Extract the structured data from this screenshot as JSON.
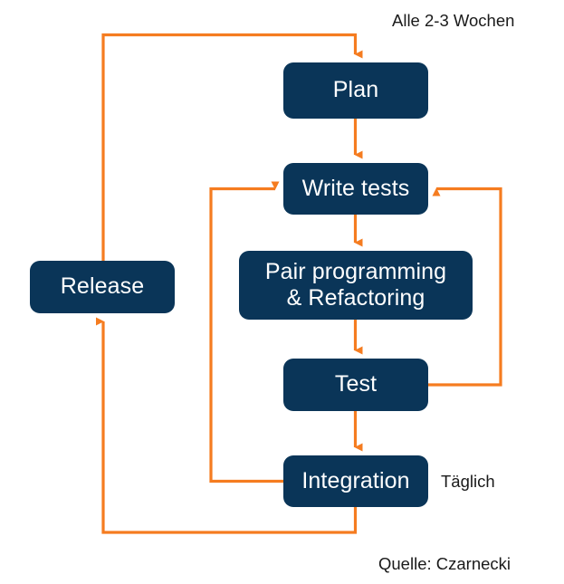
{
  "diagram": {
    "title": "Agile development cycle flowchart",
    "colors": {
      "node_fill": "#0a3558",
      "node_text": "#ffffff",
      "connector": "#F57C20",
      "caption_text": "#1a1a1a",
      "background": "#ffffff"
    },
    "nodes": [
      {
        "id": "plan",
        "label": "Plan"
      },
      {
        "id": "write-tests",
        "label": "Write tests"
      },
      {
        "id": "pair",
        "label": "Pair programming\n& Refactoring"
      },
      {
        "id": "test",
        "label": "Test"
      },
      {
        "id": "integration",
        "label": "Integration"
      },
      {
        "id": "release",
        "label": "Release"
      }
    ],
    "captions": [
      {
        "id": "cadence-iteration",
        "label": "Alle 2-3 Wochen"
      },
      {
        "id": "cadence-daily",
        "label": "Täglich"
      },
      {
        "id": "source",
        "label": "Quelle: Czarnecki"
      }
    ],
    "connectors": [
      {
        "id": "plan-to-write-tests",
        "from": "plan",
        "to": "write-tests"
      },
      {
        "id": "write-tests-to-pair",
        "from": "write-tests",
        "to": "pair"
      },
      {
        "id": "pair-to-test",
        "from": "pair",
        "to": "test"
      },
      {
        "id": "test-to-integration",
        "from": "test",
        "to": "integration"
      },
      {
        "id": "test-to-write-tests-loop",
        "from": "test",
        "to": "write-tests"
      },
      {
        "id": "integration-to-write-tests-loop",
        "from": "integration",
        "to": "write-tests"
      },
      {
        "id": "integration-to-release",
        "from": "integration",
        "to": "release"
      },
      {
        "id": "release-to-plan",
        "from": "release",
        "to": "plan"
      }
    ]
  }
}
